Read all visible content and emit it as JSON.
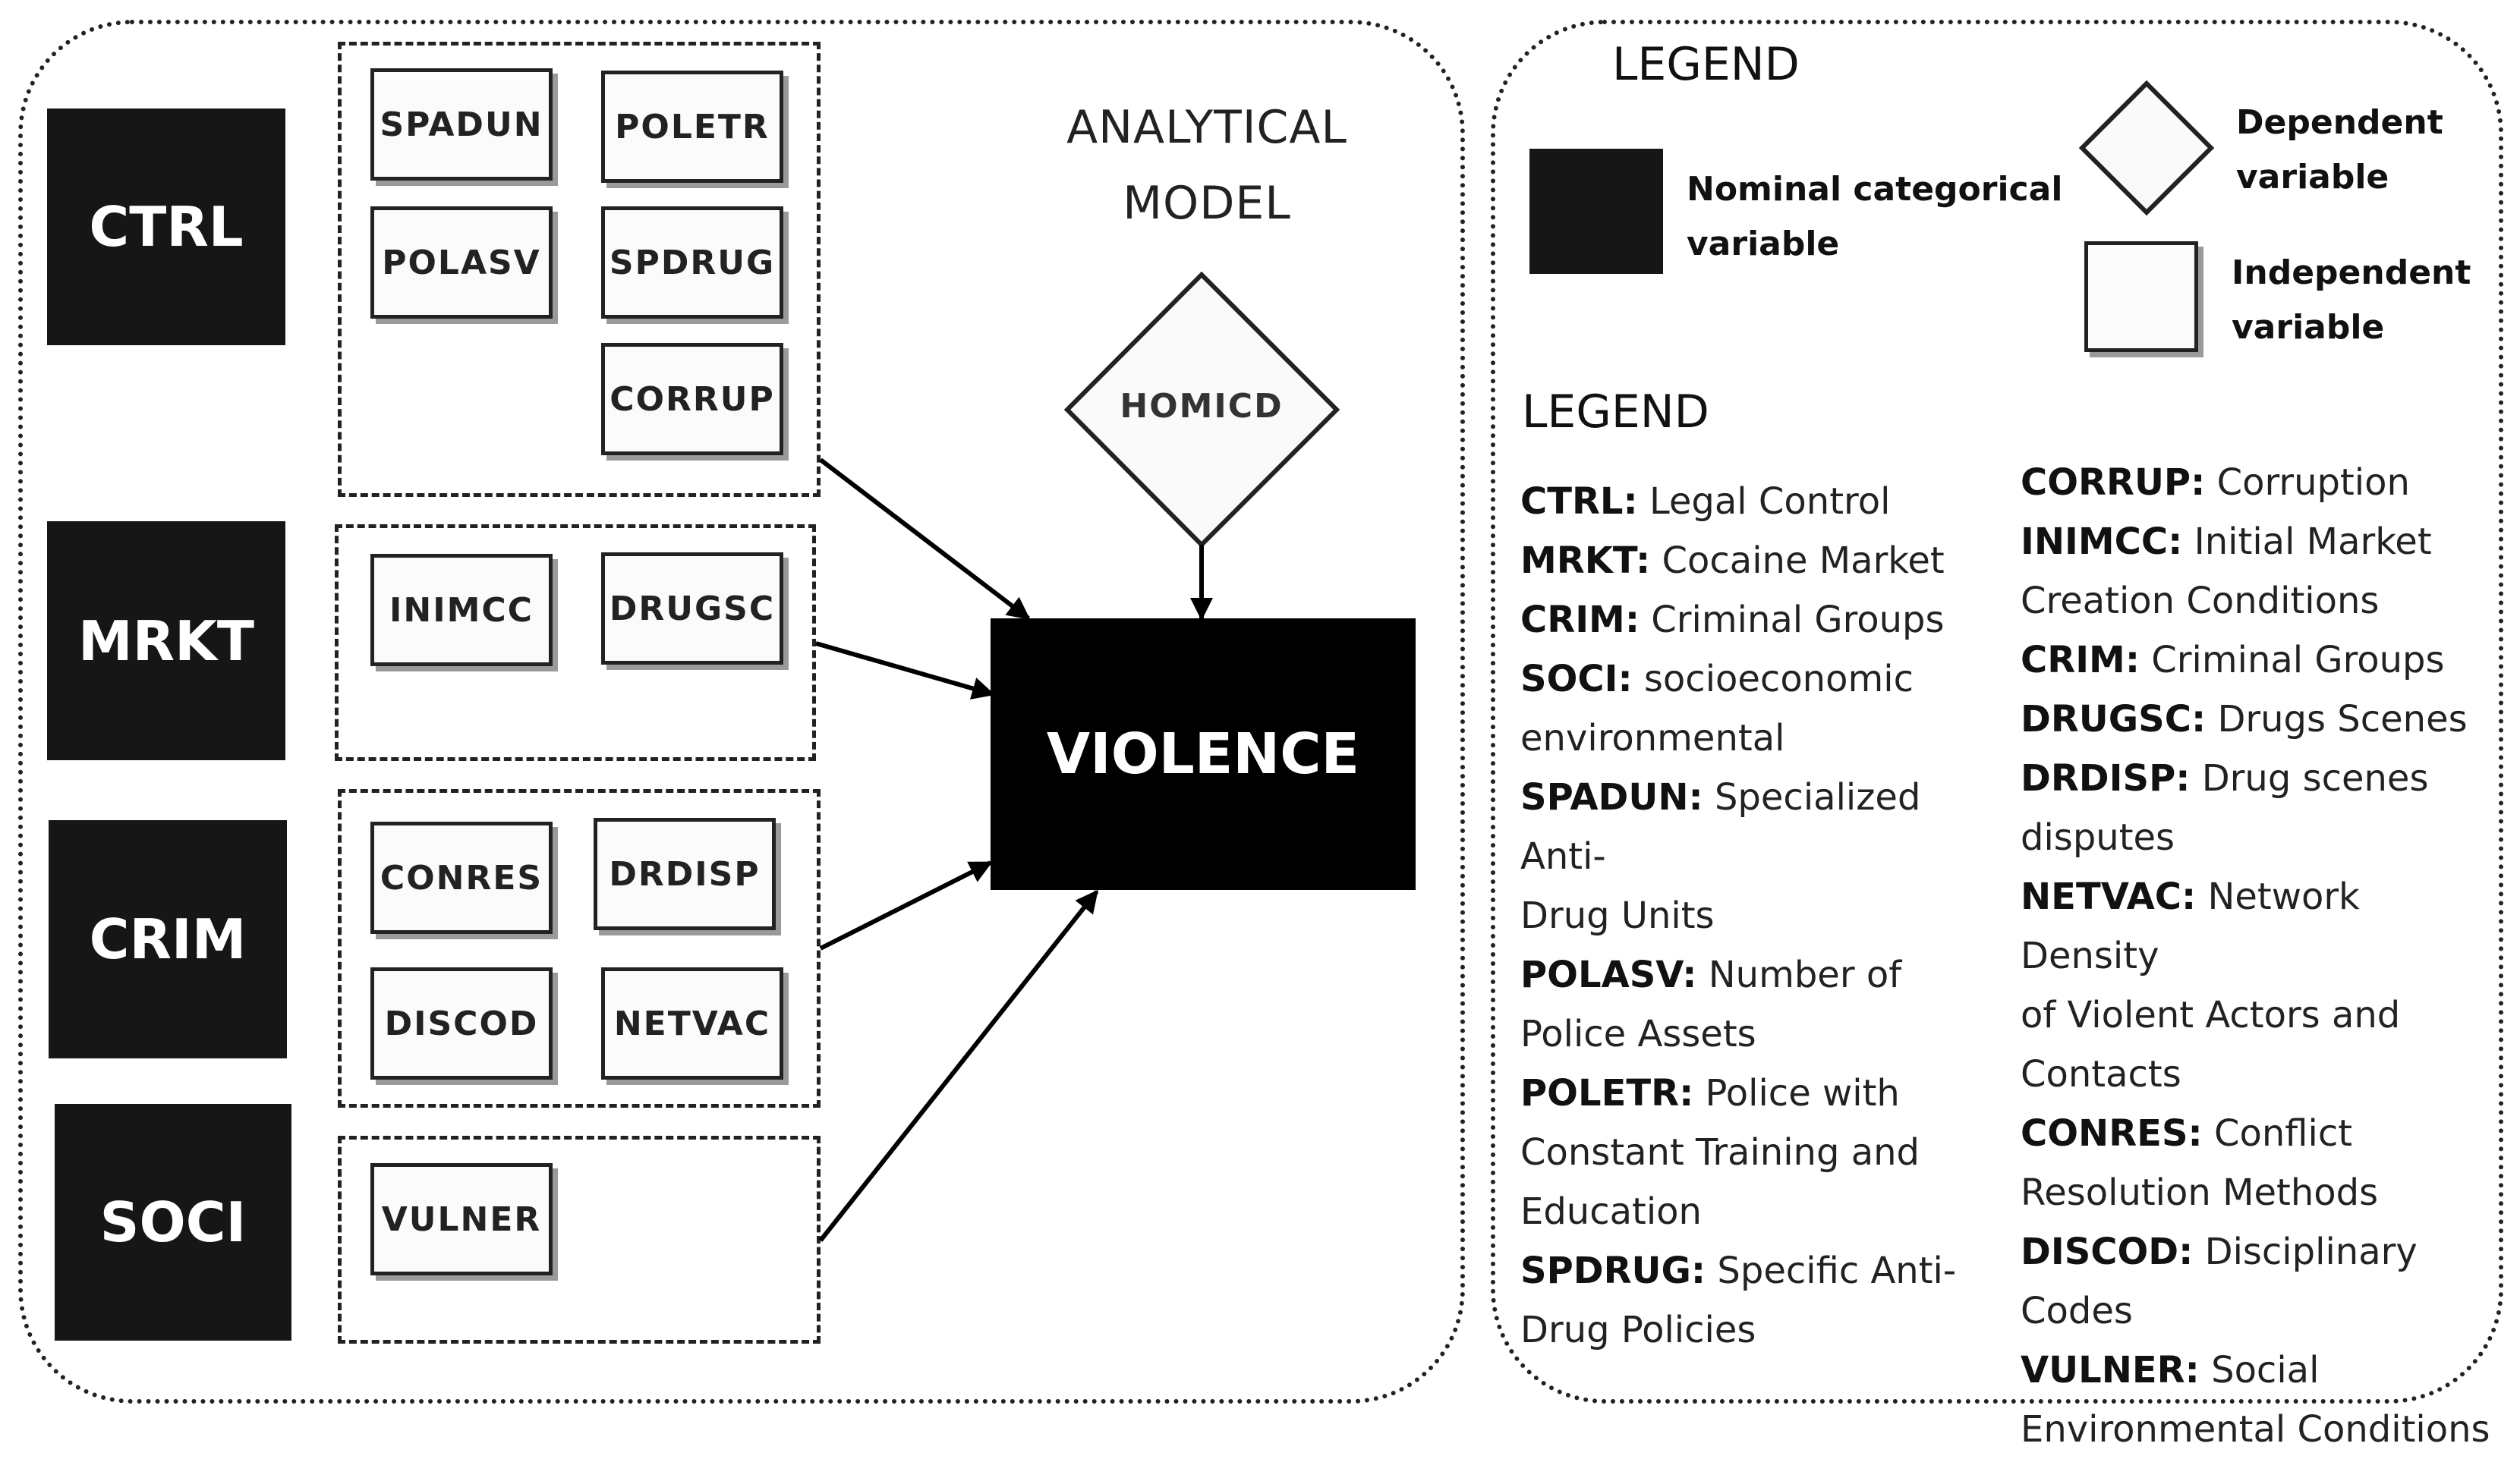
{
  "model": {
    "title_line1": "ANALYTICAL",
    "title_line2": "MODEL",
    "dependent": "HOMICD",
    "outcome": "VIOLENCE",
    "categories": [
      {
        "id": "ctrl",
        "label": "CTRL",
        "variables": [
          "SPADUN",
          "POLETR",
          "POLASV",
          "SPDRUG",
          "CORRUP"
        ]
      },
      {
        "id": "mrkt",
        "label": "MRKT",
        "variables": [
          "INIMCC",
          "DRUGSC"
        ]
      },
      {
        "id": "crim",
        "label": "CRIM",
        "variables": [
          "CONRES",
          "DRDISP",
          "DISCOD",
          "NETVAC"
        ]
      },
      {
        "id": "soci",
        "label": "SOCI",
        "variables": [
          "VULNER"
        ]
      }
    ]
  },
  "legend": {
    "heading_top": "LEGEND",
    "nominal_label_1": "Nominal categorical",
    "nominal_label_2": "variable",
    "dependent_label_1": "Dependent",
    "dependent_label_2": "variable",
    "independent_label_1": "Independent",
    "independent_label_2": "variable",
    "heading_list": "LEGEND",
    "col1": [
      {
        "key": "CTRL:",
        "lines": [
          "Legal Control"
        ]
      },
      {
        "key": "MRKT:",
        "lines": [
          "Cocaine Market"
        ]
      },
      {
        "key": "CRIM:",
        "lines": [
          "Criminal Groups"
        ]
      },
      {
        "key": "SOCI:",
        "lines": [
          "socioeconomic",
          "environmental"
        ]
      },
      {
        "key": "SPADUN:",
        "lines": [
          "Specialized Anti-",
          "Drug Units"
        ]
      },
      {
        "key": "POLASV:",
        "lines": [
          "Number of",
          "Police Assets"
        ]
      },
      {
        "key": "POLETR:",
        "lines": [
          "Police with",
          "Constant Training and",
          "Education"
        ]
      },
      {
        "key": "SPDRUG:",
        "lines": [
          "Specific Anti-",
          "Drug Policies"
        ]
      }
    ],
    "col2": [
      {
        "key": "CORRUP:",
        "lines": [
          "Corruption"
        ]
      },
      {
        "key": "INIMCC:",
        "lines": [
          "Initial Market",
          "Creation Conditions"
        ]
      },
      {
        "key": "CRIM:",
        "lines": [
          "Criminal Groups"
        ]
      },
      {
        "key": "DRUGSC:",
        "lines": [
          "Drugs Scenes"
        ]
      },
      {
        "key": "DRDISP:",
        "lines": [
          "Drug scenes",
          "disputes"
        ]
      },
      {
        "key": "NETVAC:",
        "lines": [
          "Network Density",
          "of Violent Actors and",
          "Contacts"
        ]
      },
      {
        "key": "CONRES:",
        "lines": [
          "Conflict",
          "Resolution Methods"
        ]
      },
      {
        "key": "DISCOD:",
        "lines": [
          "Disciplinary Codes"
        ]
      },
      {
        "key": "VULNER:",
        "lines": [
          "Social",
          "Environmental Conditions"
        ]
      }
    ]
  }
}
